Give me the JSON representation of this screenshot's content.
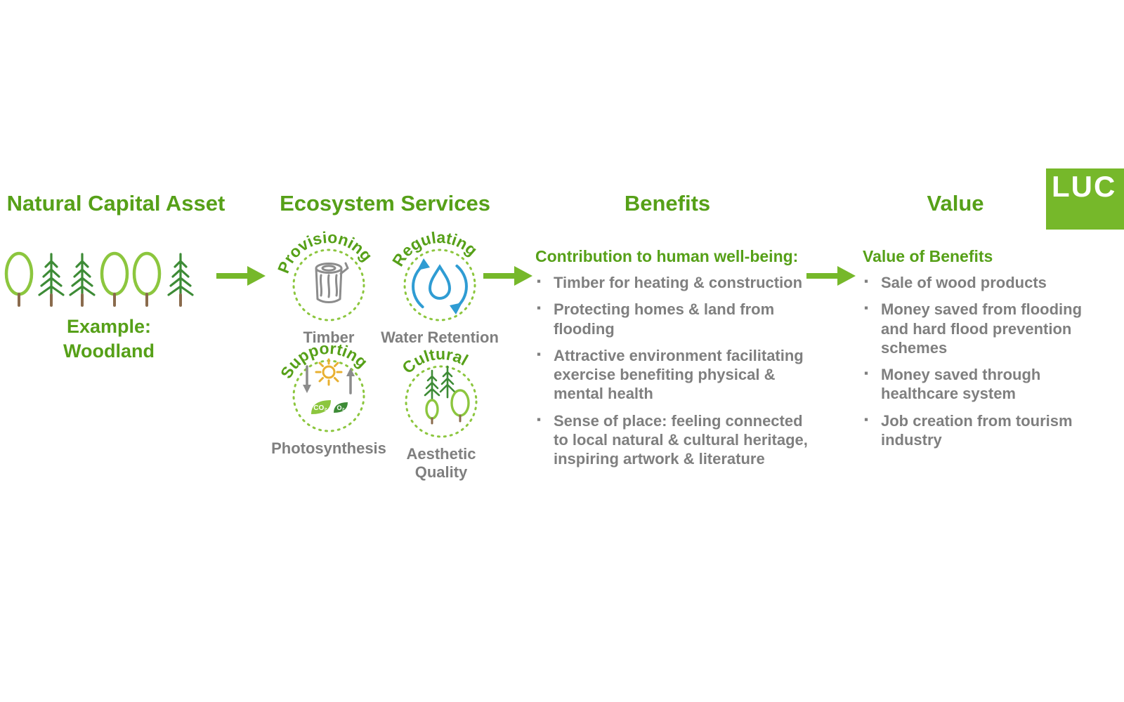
{
  "colors": {
    "green": "#56a018",
    "accent_green": "#76b82a",
    "light_green": "#8cc63e",
    "dark_green": "#3d8b36",
    "gray": "#7f7f7f",
    "icon_gray": "#8c8c8c",
    "blue": "#2f9cd3",
    "brown": "#8a6b4d",
    "sun_yellow": "#e8b030"
  },
  "logo": {
    "text": "LUC"
  },
  "columns": {
    "asset": {
      "header": "Natural Capital Asset",
      "example": "Example:\nWoodland"
    },
    "services": {
      "header": "Ecosystem Services",
      "items": [
        {
          "arc": "Provisioning",
          "label": "Timber"
        },
        {
          "arc": "Regulating",
          "label": "Water Retention"
        },
        {
          "arc": "Supporting",
          "label": "Photosynthesis",
          "co2_label": "CO₂",
          "o2_label": "O₂"
        },
        {
          "arc": "Cultural",
          "label": "Aesthetic\nQuality"
        }
      ]
    },
    "benefits": {
      "header": "Benefits",
      "subheader": "Contribution to human well-being:",
      "items": [
        "Timber for heating & construction",
        "Protecting homes & land from\nflooding",
        "Attractive environment facilitating\nexercise benefiting physical &\nmental health",
        "Sense of place: feeling connected\nto local natural & cultural heritage,\ninspiring artwork & literature"
      ]
    },
    "value": {
      "header": "Value",
      "subheader": "Value of Benefits",
      "items": [
        "Sale of wood products",
        "Money saved from flooding\nand hard flood prevention\nschemes",
        "Money saved through\nhealthcare system",
        "Job creation from tourism\nindustry"
      ]
    }
  }
}
